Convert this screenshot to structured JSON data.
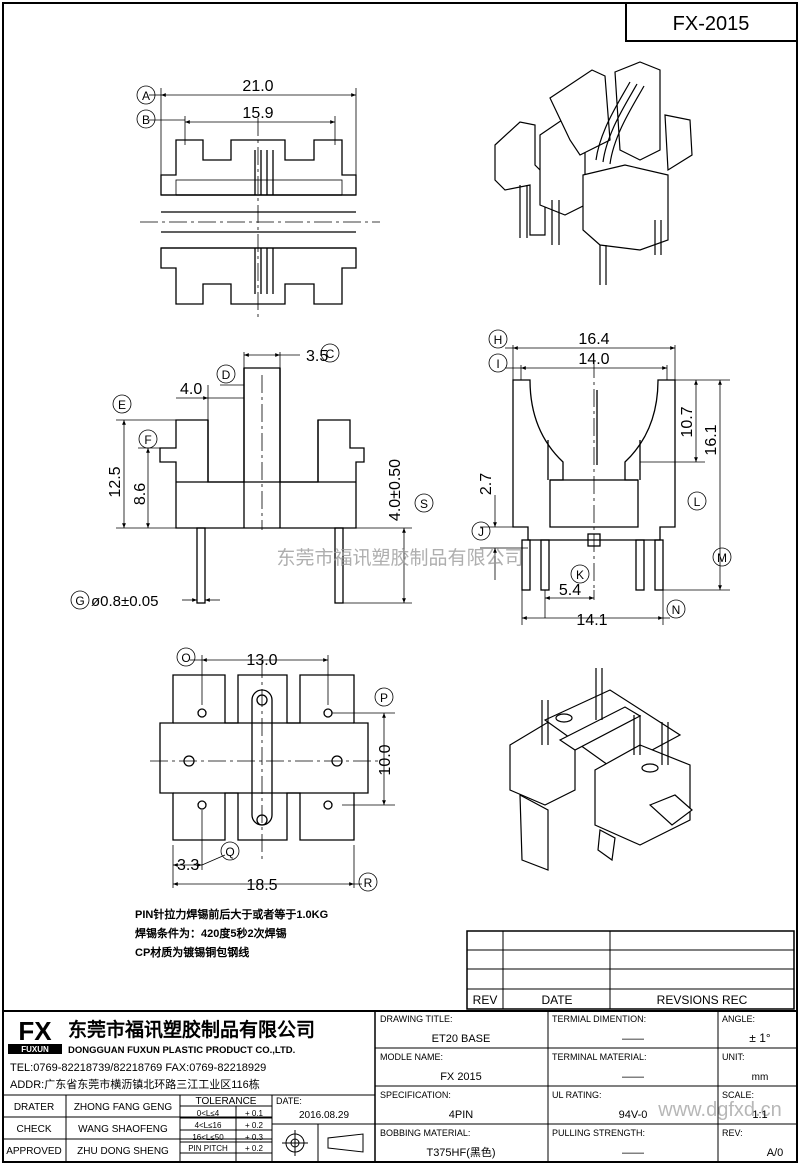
{
  "part_no": "FX-2015",
  "dims": {
    "a": "A",
    "b": "B",
    "c": "C",
    "d": "D",
    "e": "E",
    "f": "F",
    "g": "G",
    "h": "H",
    "i": "I",
    "j": "J",
    "k": "K",
    "l": "L",
    "m": "M",
    "n": "N",
    "o": "O",
    "p": "P",
    "q": "Q",
    "r": "R",
    "s": "S",
    "d21": "21.0",
    "d159": "15.9",
    "d35": "3.5",
    "d40": "4.0",
    "d125": "12.5",
    "d86": "8.6",
    "d400": "4.0±0.50",
    "dpin": "ø0.8±0.05",
    "d164": "16.4",
    "d140": "14.0",
    "d107": "10.7",
    "d161": "16.1",
    "d27": "2.7",
    "d54": "5.4",
    "d141": "14.1",
    "d130": "13.0",
    "d100": "10.0",
    "d33": "3.3",
    "d185": "18.5"
  },
  "watermark": "东莞市福讯塑胶制品有限公司",
  "watermark_url": "www.dgfxd.cn",
  "notes": [
    "PIN针拉力焊锡前后大于或者等于1.0KG",
    "焊锡条件为：420度5秒2次焊锡",
    "CP材质为镀锡铜包钢线"
  ],
  "rev_table": {
    "rev": "REV",
    "date": "DATE",
    "rec": "REVSIONS REC"
  },
  "company": {
    "logo": "FX",
    "logo_sub": "FUXUN",
    "name_cn": "东莞市福讯塑胶制品有限公司",
    "name_en": "DONGGUAN FUXUN PLASTIC PRODUCT CO.,LTD.",
    "tel": "TEL:0769-82218739/82218769 FAX:0769-82218929",
    "addr": "ADDR:广东省东莞市横沥镇北环路三江工业区116栋"
  },
  "title_block": {
    "drawing_title_label": "DRAWING TITLE:",
    "drawing_title": "ET20 BASE",
    "terminal_dim_label": "TERMIAL DIMENTION:",
    "terminal_dim": "——",
    "angle_label": "ANGLE:",
    "angle": "± 1°",
    "model_label": "MODLE NAME:",
    "model": "FX 2015",
    "terminal_mat_label": "TERMINAL MATERIAL:",
    "terminal_mat": "——",
    "unit_label": "UNIT:",
    "unit": "mm",
    "spec_label": "SPECIFICATION:",
    "spec": "4PIN",
    "ul_label": "UL RATING:",
    "ul": "94V-0",
    "scale_label": "SCALE:",
    "scale": "1:1",
    "bobbin_label": "BOBBING MATERIAL:",
    "bobbin": "T375HF(黑色)",
    "pull_label": "PULLING STRENGTH:",
    "pull": "——",
    "rev_label": "REV:",
    "rev": "A/0"
  },
  "people": [
    {
      "role": "DRATER",
      "name": "ZHONG FANG GENG"
    },
    {
      "role": "CHECK",
      "name": "WANG SHAOFENG"
    },
    {
      "role": "APPROVED",
      "name": "ZHU DONG SHENG"
    }
  ],
  "tolerance": {
    "title": "TOLERANCE",
    "rows": [
      {
        "range": "0<L≤4",
        "tol": "+ 0.1"
      },
      {
        "range": "4<L≤16",
        "tol": "+ 0.2"
      },
      {
        "range": "16<L≤50",
        "tol": "+ 0.3"
      },
      {
        "range": "PIN PITCH",
        "tol": "+ 0.2"
      }
    ]
  },
  "date_label": "DATE:",
  "date": "2016.08.29"
}
